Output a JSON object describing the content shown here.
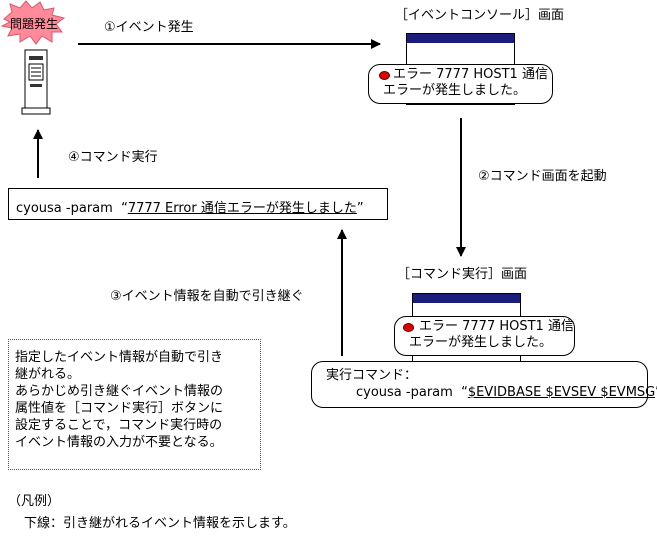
{
  "problem": {
    "label": "問題発生"
  },
  "steps": {
    "s1": "①イベント発生",
    "s2": "②コマンド画面を起動",
    "s3": "③イベント情報を自動で引き継ぐ",
    "s4": "④コマンド実行"
  },
  "event_console": {
    "title": "［イベントコンソール］画面",
    "message_line1": "エラー 7777 HOST1 通信",
    "message_line2": "エラーが発生しました。"
  },
  "command_screen": {
    "title": "［コマンド実行］画面",
    "message_line1": "エラー 7777 HOST1 通信",
    "message_line2": "エラーが発生しました。",
    "exec_label": "実行コマンド：",
    "command_prefix": "cyousa -param",
    "command_args": "$EVIDBASE $EVSEV $EVMSG"
  },
  "resolved_command": {
    "prefix": "cyousa -param",
    "args": "7777 Error 通信エラーが発生しました"
  },
  "note_lines": [
    "指定したイベント情報が自動で引き",
    "継がれる。",
    "あらかじめ引き継ぐイベント情報の",
    "属性値を［コマンド実行］ボタンに",
    "設定することで，コマンド実行時の",
    "イベント情報の入力が不要となる。"
  ],
  "legend": {
    "title": "（凡例）",
    "text": "下線：引き継がれるイベント情報を示します。"
  },
  "colors": {
    "titlebar": "#1b1d7a",
    "error_dot": "#e00000",
    "burst": "#ff8a9a"
  }
}
